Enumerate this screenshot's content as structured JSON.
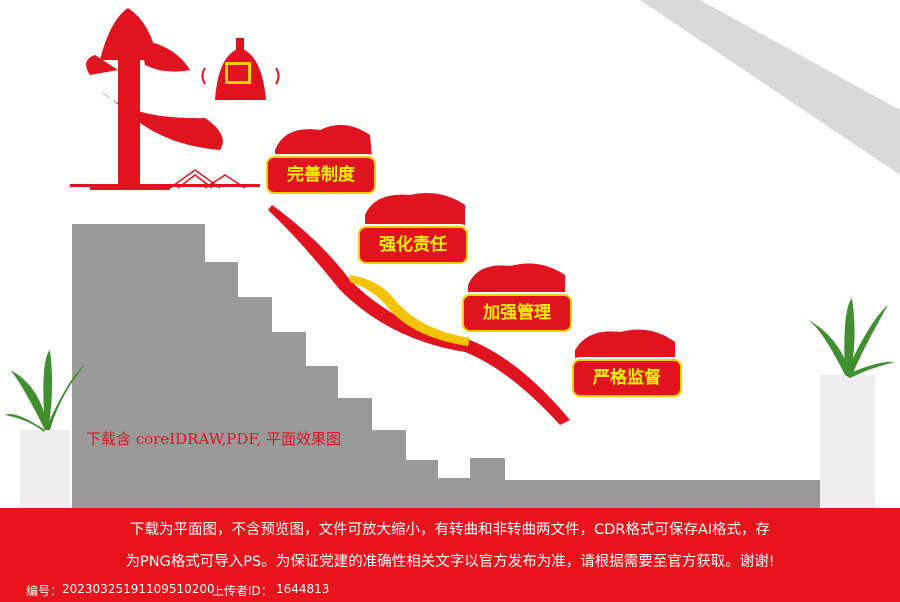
{
  "steps": [
    {
      "label": "完善制度"
    },
    {
      "label": "强化责任"
    },
    {
      "label": "加强管理"
    },
    {
      "label": "严格监督"
    }
  ],
  "note": "下载含 coreIDRAW,PDF, 平面效果图",
  "banner": {
    "line1": "下载为平面图，不含预览图，文件可放大缩小，有转曲和非转曲两文件，CDR格式可保存AI格式，存",
    "line2": "为PNG格式可导入PS。为保证党建的准确性相关文字以官方发布为准，请根据需要至官方获取。谢谢!"
  },
  "footer": {
    "id_label": "编号：",
    "id_value": "20230325191109510200",
    "uploader_label": "上传者ID：",
    "uploader_value": "1644813"
  },
  "colors": {
    "red": "#e0141e",
    "yellow": "#f3d000",
    "gray": "#9a9a9a"
  }
}
